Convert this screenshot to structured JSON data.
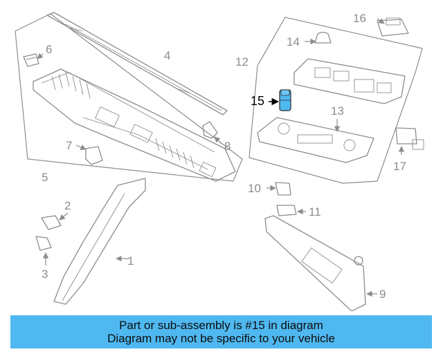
{
  "diagram": {
    "callouts": [
      "1",
      "2",
      "3",
      "4",
      "5",
      "6",
      "7",
      "8",
      "9",
      "10",
      "11",
      "12",
      "13",
      "14",
      "15",
      "16",
      "17"
    ],
    "highlighted_part": "15",
    "colors": {
      "outline": "#8c8c8c",
      "highlight_part": "#4fb8f0",
      "highlight_label": "#000000"
    }
  },
  "banner": {
    "line1": "Part or sub-assembly is #15 in diagram",
    "line2": "Diagram may not be specific to your vehicle",
    "background": "#4fb8f0"
  }
}
